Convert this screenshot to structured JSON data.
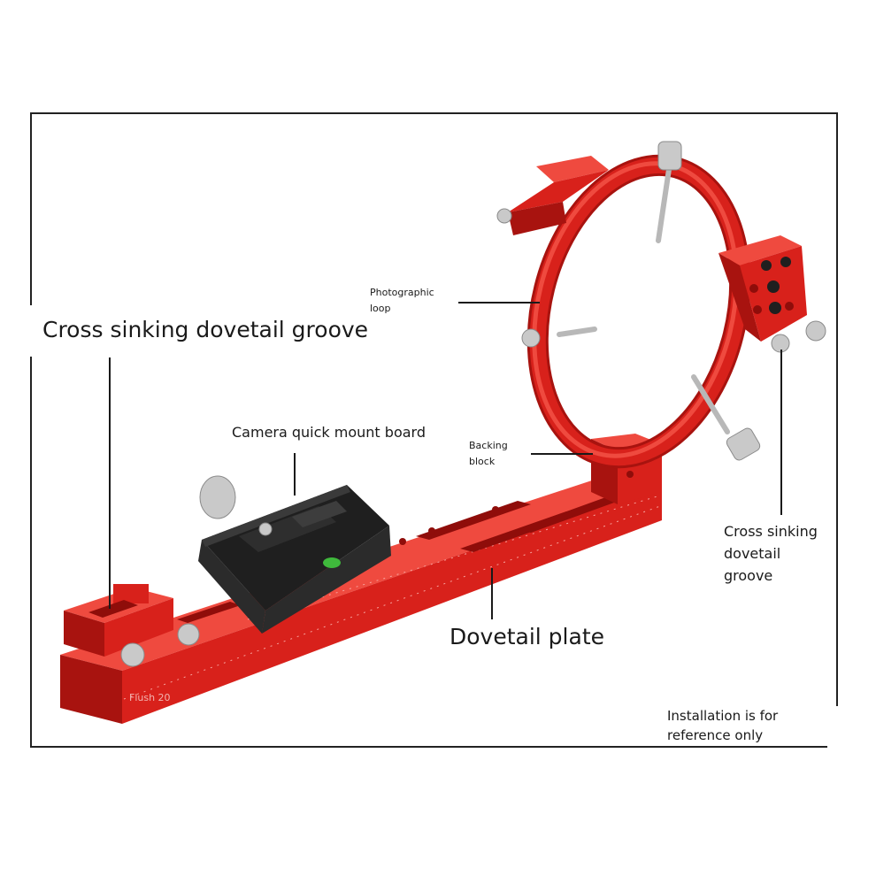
{
  "labels": {
    "cross_groove_left": "Cross sinking dovetail groove",
    "photographic_loop": [
      "Photographic",
      "loop"
    ],
    "camera_mount": "Camera quick mount board",
    "backing_block": [
      "Backing",
      "block"
    ],
    "cross_groove_right": [
      "Cross sinking",
      "dovetail",
      "groove"
    ],
    "dovetail_plate": "Dovetail plate",
    "installation_note": [
      "Installation is for",
      "reference only"
    ]
  },
  "plate_marking": "Flush 20",
  "colors": {
    "anodized_red": "#d8211b",
    "red_shadow": "#a8130f",
    "red_highlight": "#ef4a3f",
    "mount_black": "#1f1f1f",
    "steel": "#c9c9c9",
    "line": "#1a1a1a"
  }
}
